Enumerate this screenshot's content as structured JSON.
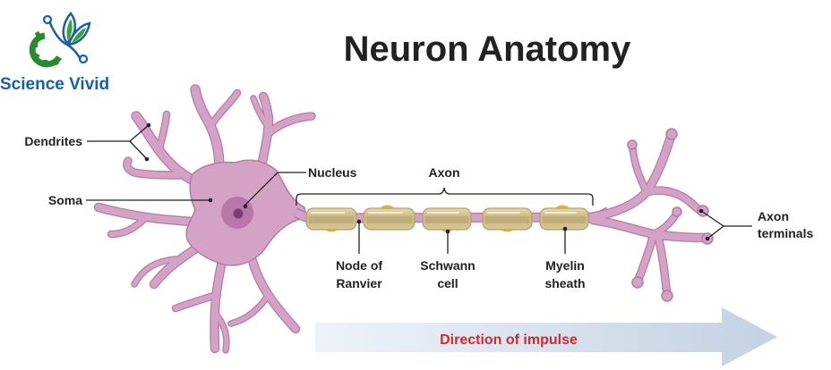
{
  "logo": {
    "brand_name": "Science Vivid",
    "brand_color": "#1a5fa8",
    "gear_color": "#2a8a2e",
    "leaf_color": "#3aa23a"
  },
  "title": "Neuron Anatomy",
  "labels": {
    "dendrites": "Dendrites",
    "soma": "Soma",
    "nucleus": "Nucleus",
    "axon": "Axon",
    "node_of_ranvier": [
      "Node of",
      "Ranvier"
    ],
    "schwann_cell": [
      "Schwann",
      "cell"
    ],
    "myelin_sheath": [
      "Myelin",
      "sheath"
    ],
    "axon_terminals": [
      "Axon",
      "terminals"
    ]
  },
  "impulse": {
    "text": "Direction of impulse",
    "text_color": "#c62f2f",
    "arrow_color_start": "#eef3fa",
    "arrow_color_end": "#c3d1e3"
  },
  "colors": {
    "neuron_fill": "#d4a2c4",
    "neuron_outline": "#b67aa8",
    "nucleus_outer": "#b877aa",
    "nucleus_inner": "#7a3d74",
    "myelin_fill": "#cdbd8c",
    "myelin_band": "#b8a673",
    "schwann_nucleus": "#e0b93a"
  }
}
